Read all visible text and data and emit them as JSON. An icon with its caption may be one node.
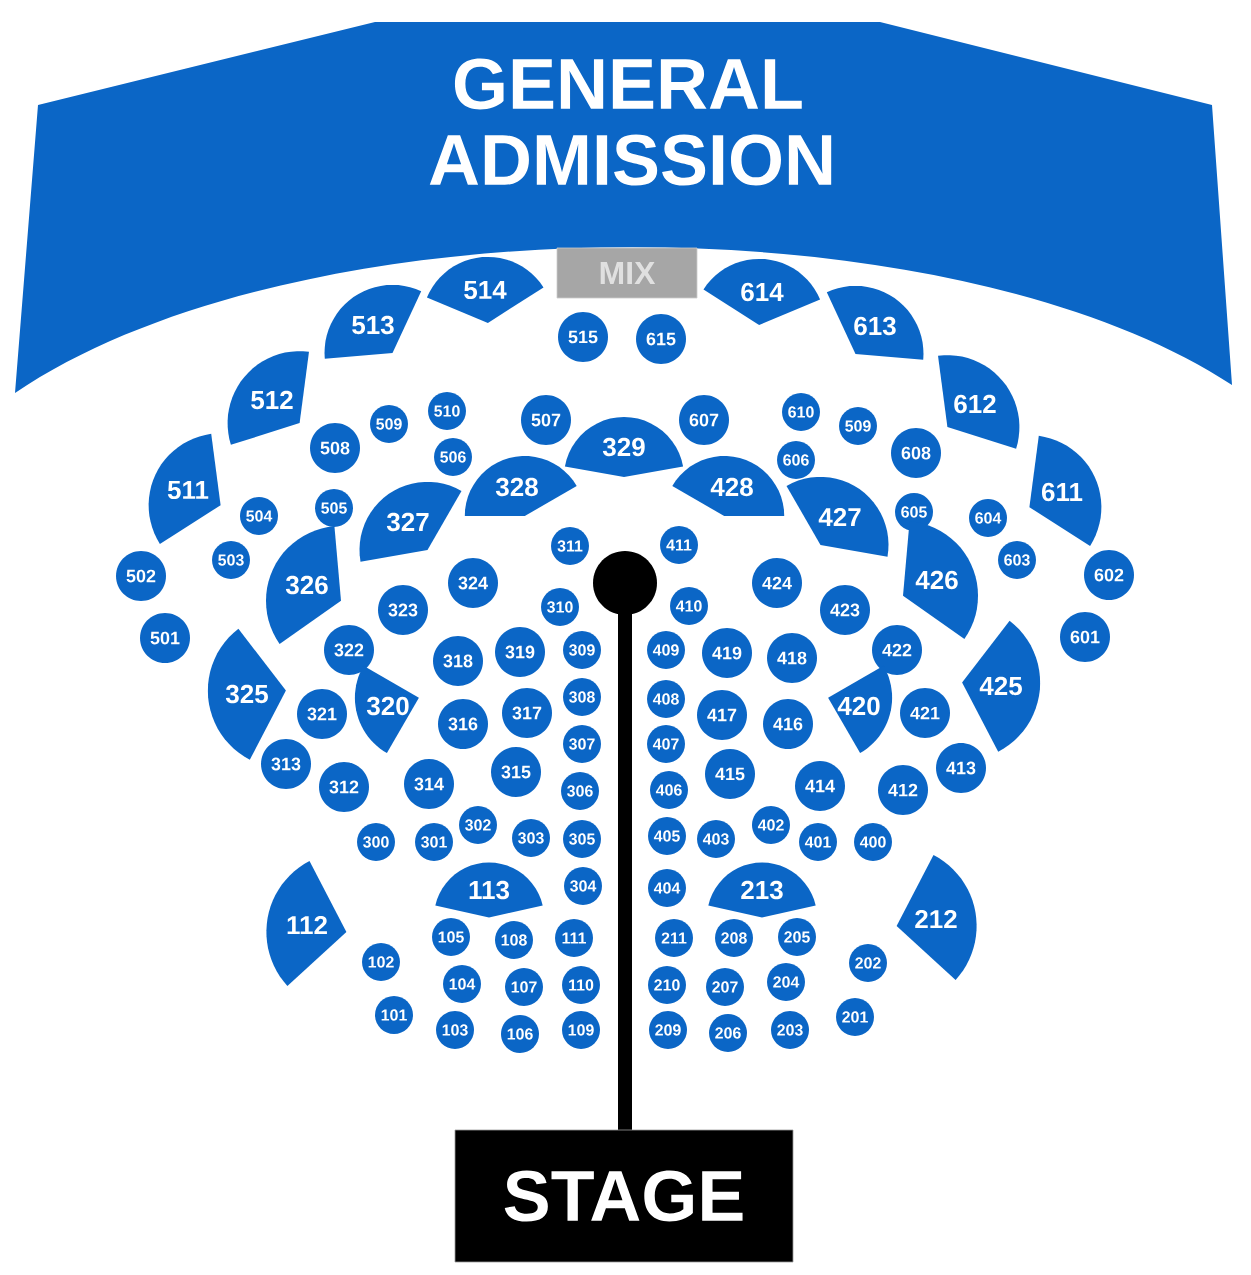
{
  "diagram": {
    "nodes": [
      {
        "text": [
          "GENERAL ADMISSION"
        ]
      },
      {
        "text": [
          "MIX"
        ]
      },
      {
        "text": [
          "514"
        ]
      },
      {
        "text": [
          "614"
        ]
      },
      {
        "text": [
          "513"
        ]
      },
      {
        "text": [
          "613"
        ]
      },
      {
        "text": [
          "515"
        ]
      },
      {
        "text": [
          "615"
        ]
      },
      {
        "text": [
          "512"
        ]
      },
      {
        "text": [
          "612"
        ]
      },
      {
        "text": [
          "510"
        ]
      },
      {
        "text": [
          "509"
        ]
      },
      {
        "text": [
          "507"
        ]
      },
      {
        "text": [
          "607"
        ]
      },
      {
        "text": [
          "610"
        ]
      },
      {
        "text": [
          "509"
        ]
      },
      {
        "text": [
          "329"
        ]
      },
      {
        "text": [
          "508"
        ]
      },
      {
        "text": [
          "606"
        ]
      },
      {
        "text": [
          "608"
        ]
      },
      {
        "text": [
          "506"
        ]
      },
      {
        "text": [
          "511"
        ]
      },
      {
        "text": [
          "611"
        ]
      },
      {
        "text": [
          "328"
        ]
      },
      {
        "text": [
          "428"
        ]
      },
      {
        "text": [
          "327"
        ]
      },
      {
        "text": [
          "427"
        ]
      },
      {
        "text": [
          "505"
        ]
      },
      {
        "text": [
          "605"
        ]
      },
      {
        "text": [
          "504"
        ]
      },
      {
        "text": [
          "604"
        ]
      },
      {
        "text": [
          "311"
        ]
      },
      {
        "text": [
          "411"
        ]
      },
      {
        "text": [
          "503"
        ]
      },
      {
        "text": [
          "603"
        ]
      },
      {
        "text": [
          "502"
        ]
      },
      {
        "text": [
          "602"
        ]
      },
      {
        "text": [
          "326"
        ]
      },
      {
        "text": [
          "426"
        ]
      },
      {
        "text": [
          "324"
        ]
      },
      {
        "text": [
          "424"
        ]
      },
      {
        "text": [
          "310"
        ]
      },
      {
        "text": [
          "410"
        ]
      },
      {
        "text": [
          "323"
        ]
      },
      {
        "text": [
          "423"
        ]
      },
      {
        "text": [
          "501"
        ]
      },
      {
        "text": [
          "601"
        ]
      },
      {
        "text": [
          "322"
        ]
      },
      {
        "text": [
          "422"
        ]
      },
      {
        "text": [
          "319"
        ]
      },
      {
        "text": [
          "309"
        ]
      },
      {
        "text": [
          "409"
        ]
      },
      {
        "text": [
          "419"
        ]
      },
      {
        "text": [
          "318"
        ]
      },
      {
        "text": [
          "418"
        ]
      },
      {
        "text": [
          "325"
        ]
      },
      {
        "text": [
          "425"
        ]
      },
      {
        "text": [
          "320"
        ]
      },
      {
        "text": [
          "420"
        ]
      },
      {
        "text": [
          "308"
        ]
      },
      {
        "text": [
          "408"
        ]
      },
      {
        "text": [
          "321"
        ]
      },
      {
        "text": [
          "317"
        ]
      },
      {
        "text": [
          "417"
        ]
      },
      {
        "text": [
          "421"
        ]
      },
      {
        "text": [
          "316"
        ]
      },
      {
        "text": [
          "416"
        ]
      },
      {
        "text": [
          "307"
        ]
      },
      {
        "text": [
          "407"
        ]
      },
      {
        "text": [
          "313"
        ]
      },
      {
        "text": [
          "413"
        ]
      },
      {
        "text": [
          "315"
        ]
      },
      {
        "text": [
          "415"
        ]
      },
      {
        "text": [
          "312"
        ]
      },
      {
        "text": [
          "314"
        ]
      },
      {
        "text": [
          "414"
        ]
      },
      {
        "text": [
          "412"
        ]
      },
      {
        "text": [
          "306"
        ]
      },
      {
        "text": [
          "406"
        ]
      },
      {
        "text": [
          "302"
        ]
      },
      {
        "text": [
          "402"
        ]
      },
      {
        "text": [
          "303"
        ]
      },
      {
        "text": [
          "305"
        ]
      },
      {
        "text": [
          "405"
        ]
      },
      {
        "text": [
          "403"
        ]
      },
      {
        "text": [
          "300"
        ]
      },
      {
        "text": [
          "301"
        ]
      },
      {
        "text": [
          "401"
        ]
      },
      {
        "text": [
          "400"
        ]
      },
      {
        "text": [
          "113"
        ]
      },
      {
        "text": [
          "213"
        ]
      },
      {
        "text": [
          "304"
        ]
      },
      {
        "text": [
          "404"
        ]
      },
      {
        "text": [
          "112"
        ]
      },
      {
        "text": [
          "212"
        ]
      },
      {
        "text": [
          "105"
        ]
      },
      {
        "text": [
          "108"
        ]
      },
      {
        "text": [
          "111"
        ]
      },
      {
        "text": [
          "211"
        ]
      },
      {
        "text": [
          "208"
        ]
      },
      {
        "text": [
          "205"
        ]
      },
      {
        "text": [
          "102"
        ]
      },
      {
        "text": [
          "202"
        ]
      },
      {
        "text": [
          "104"
        ]
      },
      {
        "text": [
          "107"
        ]
      },
      {
        "text": [
          "110"
        ]
      },
      {
        "text": [
          "210"
        ]
      },
      {
        "text": [
          "207"
        ]
      },
      {
        "text": [
          "204"
        ]
      },
      {
        "text": [
          "101"
        ]
      },
      {
        "text": [
          "201"
        ]
      },
      {
        "text": [
          "103"
        ]
      },
      {
        "text": [
          "106"
        ]
      },
      {
        "text": [
          "109"
        ]
      },
      {
        "text": [
          "209"
        ]
      },
      {
        "text": [
          "206"
        ]
      },
      {
        "text": [
          "203"
        ]
      },
      {
        "text": [
          "STAGE"
        ]
      }
    ]
  }
}
